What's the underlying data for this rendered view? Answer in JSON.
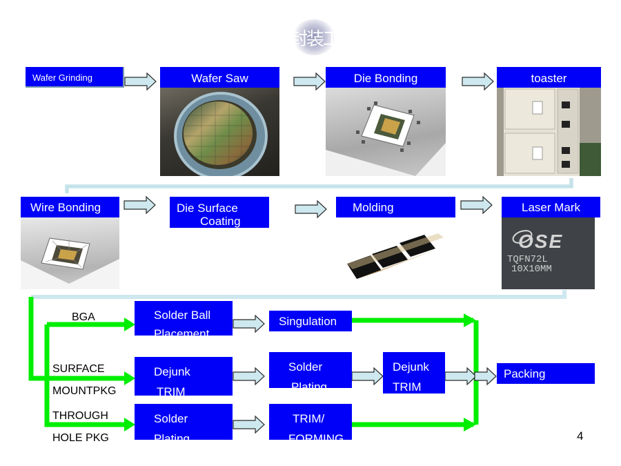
{
  "title": "封装工艺流程",
  "page_number": "4",
  "colors": {
    "box": "#0000f8",
    "box_text": "#ffffff",
    "arrow_fill": "#cde8ee",
    "arrow_stroke": "#2b2b2b",
    "flow_line": "#00ee00",
    "connector": "#cde8ee"
  },
  "row1": {
    "wafer_grinding": "Wafer Grinding",
    "wafer_saw": "Wafer Saw",
    "die_bonding": "Die Bonding",
    "toaster": "toaster"
  },
  "row2": {
    "wire_bonding": "Wire Bonding",
    "die_surface_line1": "Die Surface",
    "die_surface_line2": "Coating",
    "molding": "Molding",
    "laser_mark": "Laser Mark"
  },
  "chip_marking": {
    "brand": "OSE",
    "line1": "TQFN72L",
    "line2": "10X10MM"
  },
  "branches": {
    "bga": "BGA",
    "surface_line1": "SURFACE",
    "surface_line2": "MOUNTPKG",
    "through_line1": "THROUGH",
    "through_line2": "HOLE PKG"
  },
  "steps": {
    "solder_ball_line1": "Solder Ball",
    "solder_ball_line2": "Placement",
    "singulation": "Singulation",
    "dejunk_trim1_line1": "Dejunk",
    "dejunk_trim1_line2": "TRIM",
    "solder_plating1_line1": "Solder",
    "solder_plating1_line2": "Plating",
    "dejunk_trim2_line1": "Dejunk",
    "dejunk_trim2_line2": "TRIM",
    "packing": "Packing",
    "solder_plating2_line1": "Solder",
    "solder_plating2_line2": "Plating",
    "trim_forming_line1": "TRIM/",
    "trim_forming_line2": "FORMING"
  }
}
